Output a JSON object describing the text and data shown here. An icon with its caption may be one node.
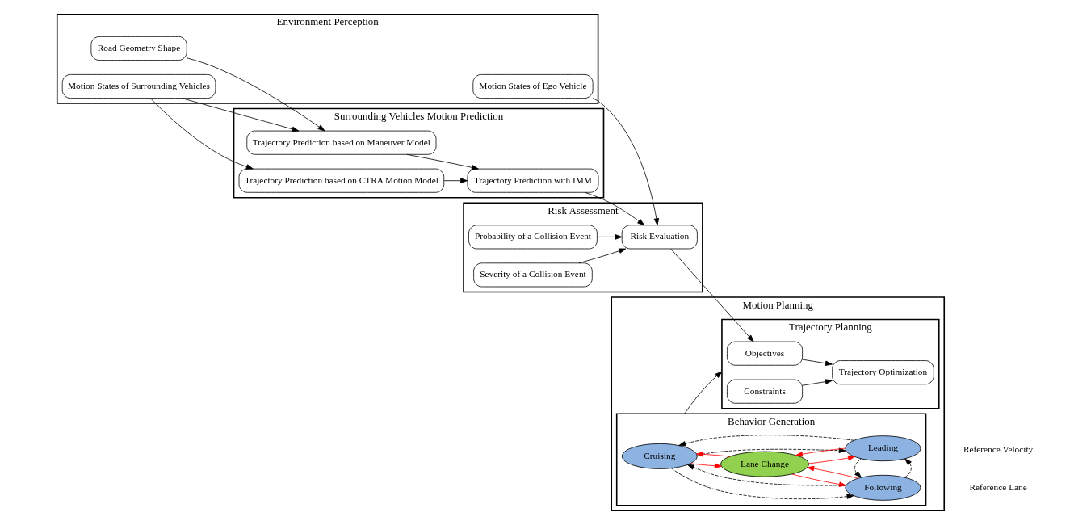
{
  "diagram": {
    "nodes": [
      {
        "text": [
          "Environment Perception"
        ]
      },
      {
        "text": [
          "Road Geometry Shape"
        ],
        "in": 0
      },
      {
        "text": [
          "Motion States of Surrounding Vehicles"
        ],
        "in": 0
      },
      {
        "text": [
          "Motion States of Ego Vehicle"
        ],
        "in": 0
      },
      {
        "text": [
          "Surrounding Vehicles Motion Prediction"
        ]
      },
      {
        "text": [
          "Trajectory Prediction based on Maneuver Model"
        ],
        "in": 4
      },
      {
        "text": [
          "Trajectory Prediction with IMM"
        ],
        "in": 4
      },
      {
        "text": [
          "Trajectory Prediction based on CTRA Motion Model"
        ],
        "in": 4
      },
      {
        "text": [
          "Risk Assessment"
        ]
      },
      {
        "text": [
          "Probability of a Collision Event"
        ],
        "in": 8
      },
      {
        "text": [
          "Risk Evaluation"
        ],
        "in": 8
      },
      {
        "text": [
          "Severity of a Collision Event"
        ],
        "in": 8
      },
      {
        "text": [
          "Motion Planning"
        ]
      },
      {
        "text": [
          "Behavior Generation"
        ],
        "in": 12
      },
      {
        "text": [
          "Cruising"
        ],
        "in": 13
      },
      {
        "text": [
          "Lane Change"
        ],
        "in": 13
      },
      {
        "text": [
          "Following"
        ],
        "in": 13
      },
      {
        "text": [
          "Leading"
        ],
        "in": 13
      },
      {
        "text": [
          "Trajectory Planning"
        ],
        "in": 12
      },
      {
        "text": [
          "Objectives"
        ],
        "in": 18
      },
      {
        "text": [
          "Constraints"
        ],
        "in": 18
      },
      {
        "text": [
          "Trajectory Optimization"
        ],
        "in": 18
      }
    ],
    "edges": [
      {
        "from": 1,
        "to": 5,
        "arrow": "to"
      },
      {
        "from": 2,
        "to": 5,
        "arrow": "to"
      },
      {
        "from": 2,
        "to": 7,
        "arrow": "to"
      },
      {
        "from": 3,
        "to": 10,
        "arrow": "to"
      },
      {
        "from": 5,
        "to": 6,
        "arrow": "to"
      },
      {
        "from": 7,
        "to": 6,
        "arrow": "to"
      },
      {
        "from": 6,
        "to": 10,
        "arrow": "to"
      },
      {
        "from": 9,
        "to": 10,
        "arrow": "to"
      },
      {
        "from": 11,
        "to": 10,
        "arrow": "to"
      },
      {
        "from": 10,
        "to": 19,
        "arrow": "to"
      },
      {
        "from": 14,
        "to": 15,
        "arrow": "to",
        "color": "#ff0000"
      },
      {
        "from": 15,
        "to": 14,
        "arrow": "to",
        "color": "#ff0000"
      },
      {
        "from": 15,
        "to": 16,
        "arrow": "to",
        "color": "#ff0000"
      },
      {
        "from": 16,
        "to": 15,
        "arrow": "to",
        "color": "#ff0000"
      },
      {
        "from": 15,
        "to": 17,
        "arrow": "to",
        "color": "#ff0000"
      },
      {
        "from": 17,
        "to": 15,
        "arrow": "to",
        "color": "#ff0000"
      },
      {
        "from": 14,
        "to": 16,
        "arrow": "to",
        "style": "dashed"
      },
      {
        "from": 16,
        "to": 14,
        "arrow": "to",
        "style": "dashed"
      },
      {
        "from": 14,
        "to": 17,
        "arrow": "to",
        "style": "dashed"
      },
      {
        "from": 17,
        "to": 14,
        "arrow": "to",
        "style": "dashed"
      },
      {
        "from": 16,
        "to": 17,
        "arrow": "to",
        "style": "dashed"
      },
      {
        "from": 17,
        "to": 16,
        "arrow": "to",
        "style": "dashed"
      },
      {
        "from": 13,
        "to": 18,
        "arrow": "to"
      },
      {
        "from": 19,
        "to": 21,
        "arrow": "to"
      },
      {
        "from": 20,
        "to": 21,
        "arrow": "to"
      }
    ],
    "labels": [
      "Reference Lane",
      "Reference Velocity"
    ]
  }
}
